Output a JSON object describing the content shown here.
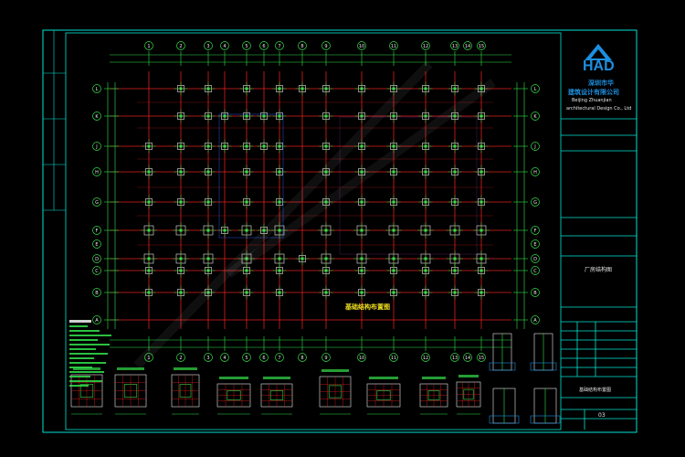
{
  "drawing": {
    "plan_title": "基础结构布置图",
    "grid_columns": [
      "1",
      "2",
      "3",
      "4",
      "5",
      "6",
      "7",
      "8",
      "9",
      "10",
      "11",
      "12",
      "13",
      "14",
      "15"
    ],
    "grid_rows": [
      "L",
      "K",
      "J",
      "H",
      "G",
      "F",
      "E",
      "D",
      "C",
      "B",
      "A"
    ]
  },
  "title_block": {
    "logo_text": "HAD",
    "company_cn_1": "深圳市华",
    "company_cn_2": "建筑设计有限公司",
    "company_pinyin": "Beijing Zhuanjian",
    "company_en": "architectural Design Co., Ltd",
    "project_code": "厂房结构图",
    "drawing_name": "基础结构布置图",
    "sheet_no": "03"
  },
  "colors": {
    "frame": "#00e5d4",
    "grid_red": "#e02020",
    "green": "#33e04a",
    "yellow": "#f0e020",
    "white": "#e8e8e8",
    "blue": "#1d8fe0",
    "magenta": "#d040d0"
  }
}
